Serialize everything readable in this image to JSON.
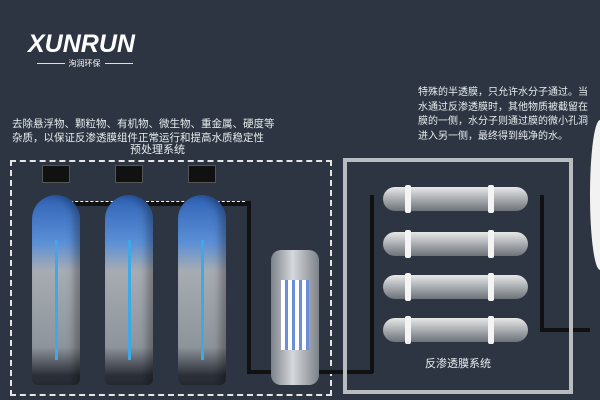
{
  "logo": {
    "brand": "XUNRUN",
    "subtitle": "洵润环保"
  },
  "pretreatment": {
    "description_line1": "去除悬浮物、颗粒物、有机物、微生物、重金属、硬度等",
    "description_line2": "杂质，以保证反渗透膜组件正常运行和提高水质稳定性",
    "label": "预处理系统"
  },
  "ro": {
    "description_lines": [
      "特殊的半透膜，只允许水分子通过。当",
      "水通过反渗透膜时，其他物质被截留在",
      "膜的一侧，水分子则通过膜的微小孔洞",
      "进入另一侧，最终得到纯净的水。"
    ],
    "label": "反渗透膜系统"
  }
}
